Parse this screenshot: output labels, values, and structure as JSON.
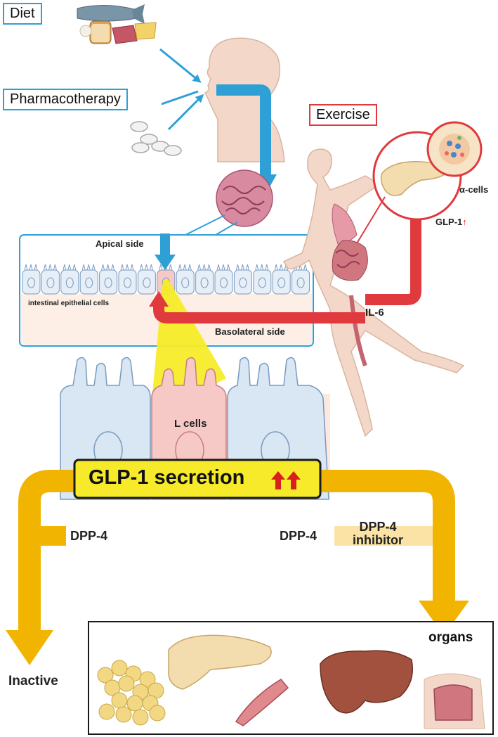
{
  "inputs": {
    "diet": "Diet",
    "pharmacotherapy": "Pharmacotherapy",
    "exercise": "Exercise"
  },
  "intestine": {
    "apical_side": "Apical side",
    "basolateral_side": "Basolateral side",
    "epithelial_cells": "intestinal epithelial cells"
  },
  "exercise_path": {
    "il6": "IL-6",
    "glp1": "GLP-1",
    "alpha_cells": "α-cells"
  },
  "lcells": {
    "label": "L cells",
    "secretion": "GLP-1 secretion"
  },
  "dpp4": {
    "left": "DPP-4",
    "right": "DPP-4",
    "inhibitor_line1": "DPP-4",
    "inhibitor_line2": "inhibitor"
  },
  "outcomes": {
    "inactive": "Inactive",
    "organs": "organs"
  },
  "colors": {
    "blue_path": "#2fa0d6",
    "red_path": "#e0393e",
    "yellow_path": "#f1b400",
    "secretion_box": "#f6ea2a",
    "up_arrow": "#d8201f"
  },
  "icons": [
    "food-icon",
    "pills-icon",
    "human-head-icon",
    "intestine-icon",
    "runner-icon",
    "pancreas-icon",
    "islet-icon",
    "fat-cells-icon",
    "muscle-icon",
    "liver-icon",
    "colon-icon"
  ]
}
